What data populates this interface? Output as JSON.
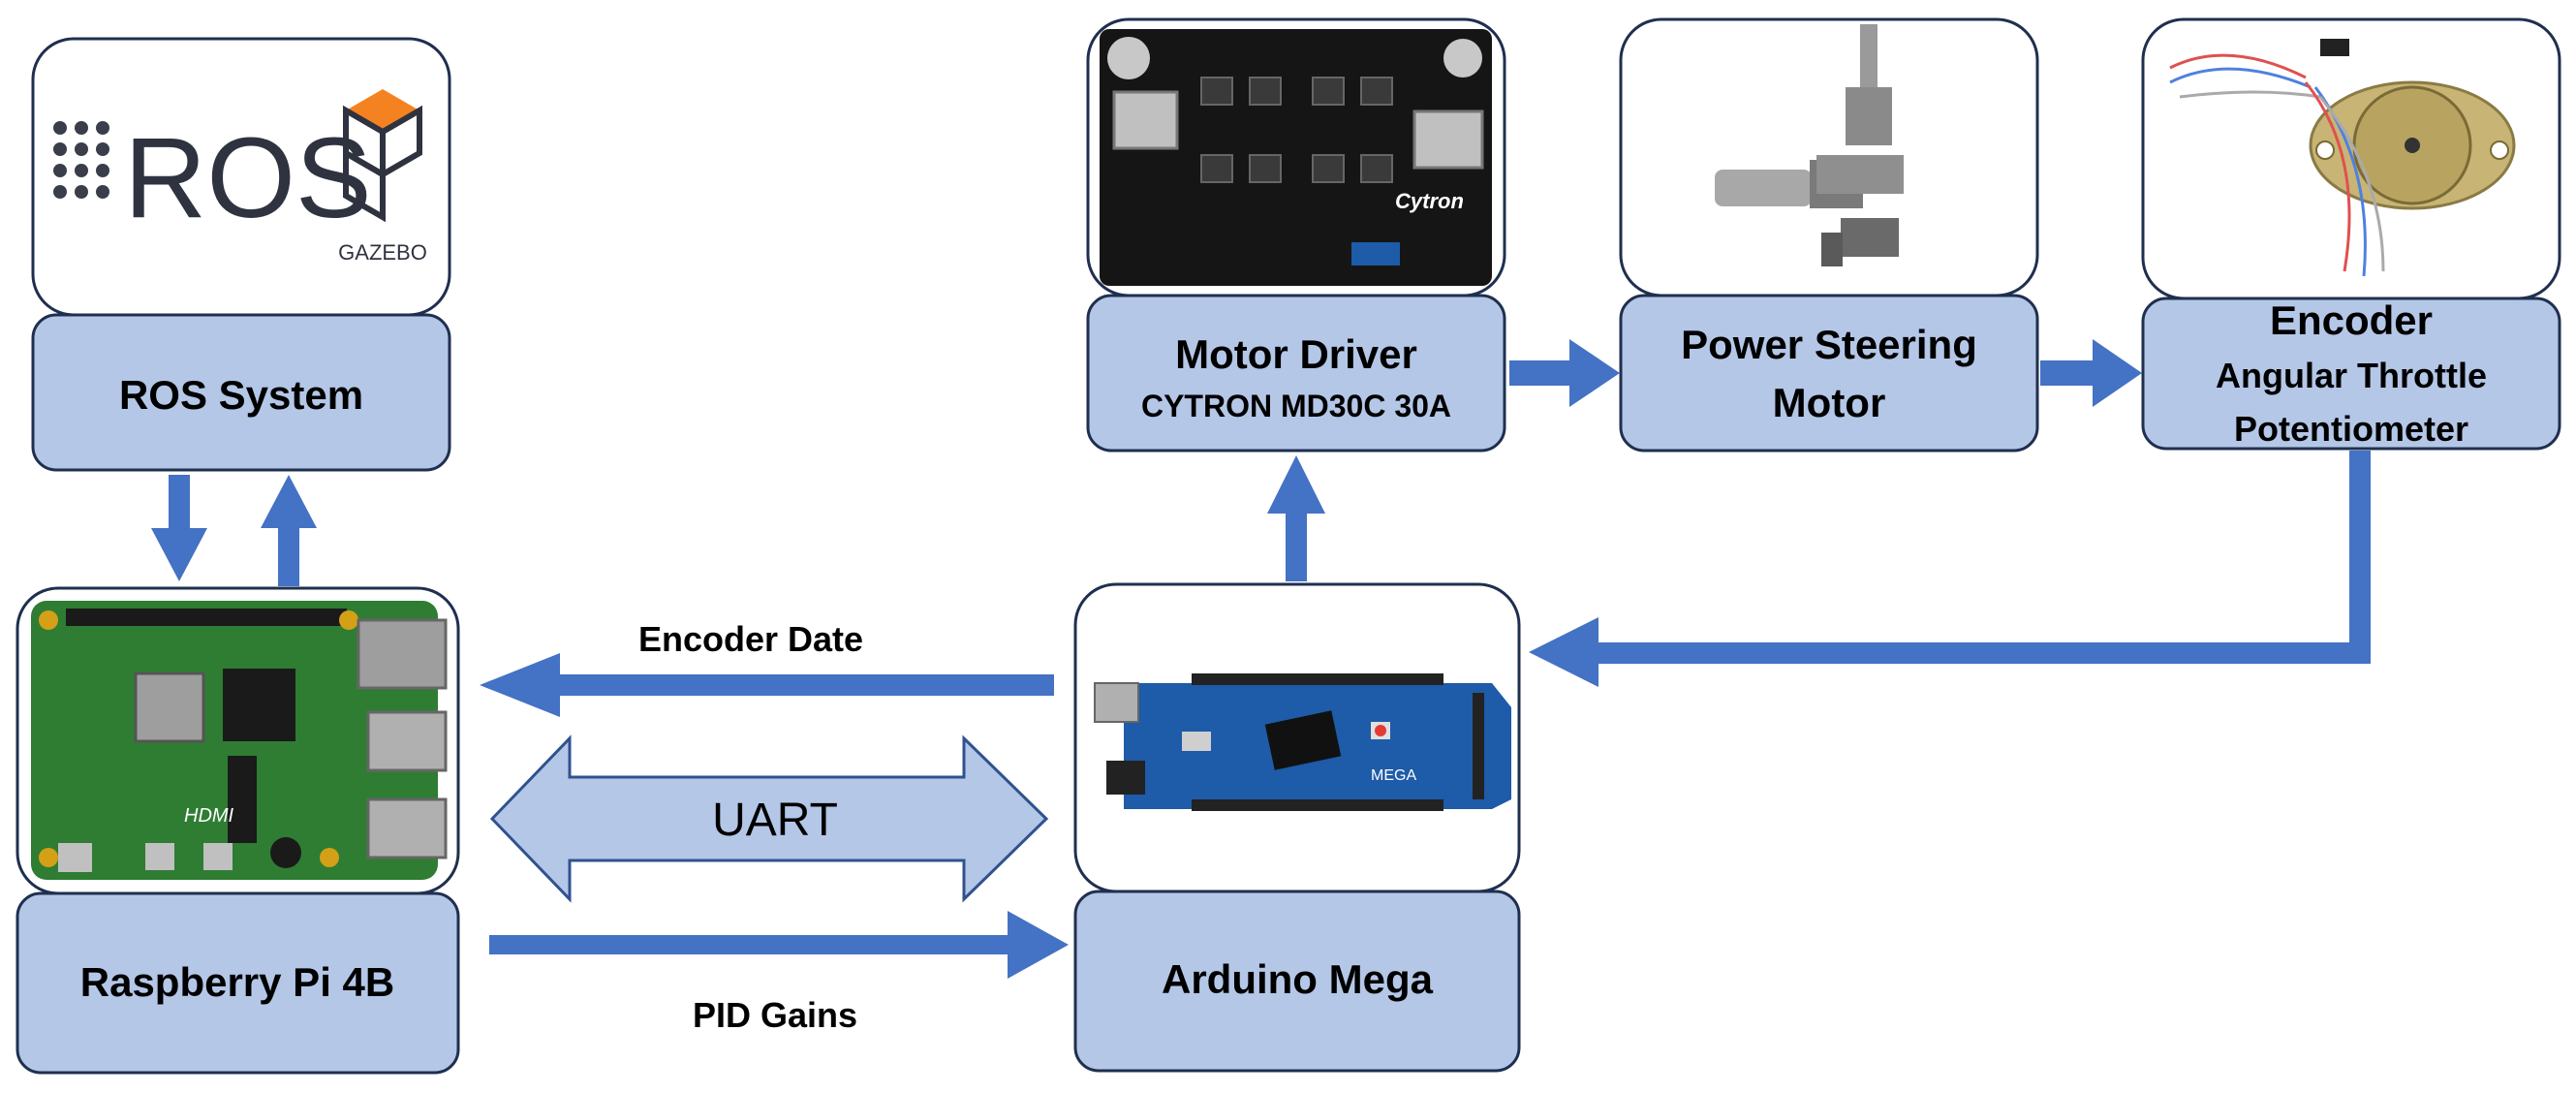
{
  "nodes": {
    "ros_system": {
      "title": "ROS System",
      "logo_ros": "ROS",
      "logo_gazebo": "GAZEBO"
    },
    "raspberry_pi": {
      "title": "Raspberry Pi 4B",
      "board_text": "HDMI"
    },
    "arduino": {
      "title": "Arduino Mega",
      "board_text": "MEGA"
    },
    "motor_driver": {
      "title": "Motor Driver",
      "subtitle": "CYTRON MD30C 30A",
      "board_text": "Cytron"
    },
    "power_steering": {
      "title_line1": "Power Steering",
      "title_line2": "Motor"
    },
    "encoder": {
      "title": "Encoder",
      "subtitle_line1": "Angular Throttle",
      "subtitle_line2": "Potentiometer"
    }
  },
  "connections": {
    "encoder_data": "Encoder Date",
    "uart": "UART",
    "pid_gains": "PID Gains"
  },
  "colors": {
    "box_fill": "#b4c7e7",
    "box_stroke": "#1f2f4f",
    "arrow": "#4472c4",
    "uart_fill": "#b4c7e7",
    "uart_stroke": "#2f528f",
    "ros_dots": "#3a3d4a",
    "gazebo_orange": "#f58220",
    "pcb_green": "#2e7d32",
    "pcb_black": "#151515",
    "pcb_blue": "#1e5ba8"
  }
}
